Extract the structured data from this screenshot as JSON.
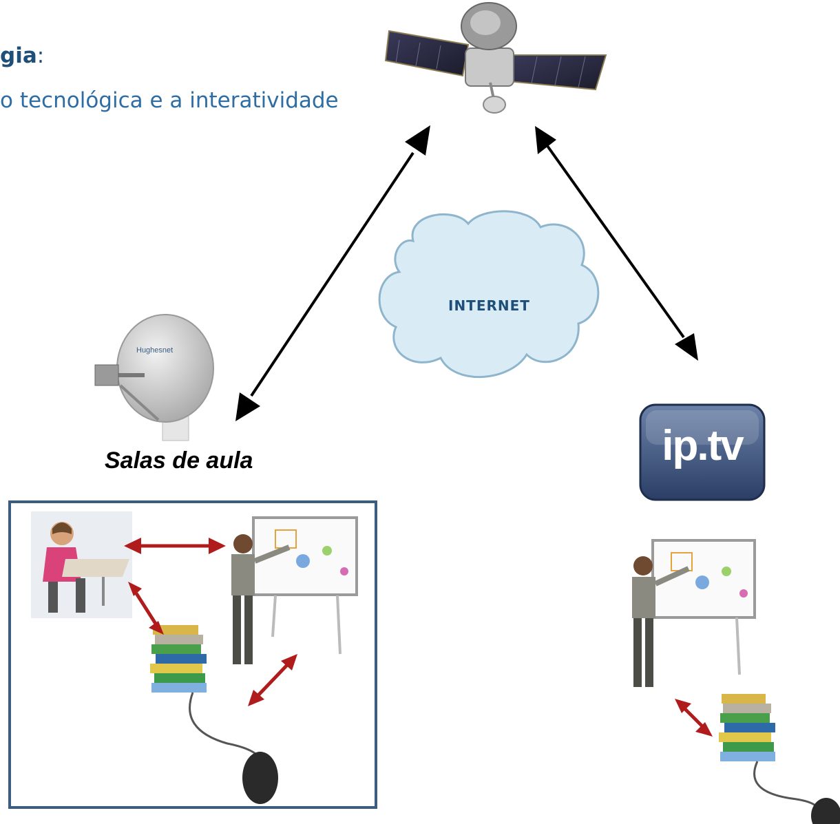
{
  "heading": {
    "line1_bold": "gia",
    "line1_rest": ":",
    "line2": "o tecnológica e a interatividade"
  },
  "cloud": {
    "label": "INTERNET"
  },
  "classroom": {
    "label": "Salas de aula"
  },
  "iptv": {
    "logo_text": "ip.tv"
  },
  "dish": {
    "brand": "Hughesnet"
  },
  "colors": {
    "heading": "#1f4e79",
    "heading_light": "#2e6da4",
    "box_border": "#3b5d82",
    "arrow_black": "#000000",
    "arrow_red": "#b01c1c",
    "cloud_fill": "#d9ecf6",
    "cloud_stroke": "#8fb5cc"
  }
}
